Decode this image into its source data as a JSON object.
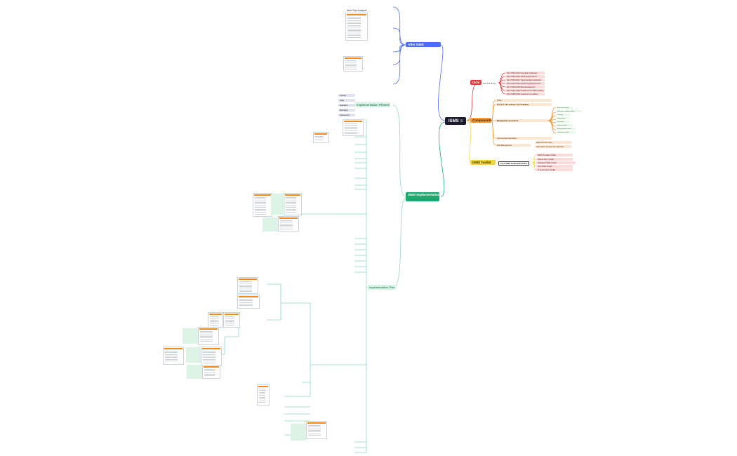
{
  "root": {
    "label": "ISMS",
    "icon": "menu-lines-icon"
  },
  "branches": {
    "after": {
      "label": "After ISMS"
    },
    "isos": {
      "label": "ISOs"
    },
    "components": {
      "label": "Components"
    },
    "toolkit": {
      "label": "ISMS Toolkit"
    },
    "implementation": {
      "label": "ISMS Implementation"
    }
  },
  "iso_family": {
    "label": "ISO 27k family",
    "items": [
      "ISO 27001:2013 Standard Vocabulary",
      "ISO 27002:2022 ISMS Requirements",
      "ISO 27003:2017 Implementation Guidance",
      "ISO 27004:2016 Monitoring Measurement",
      "ISO 27005:2018 Risk Management",
      "ISO 27007:2020 Guidelines for ISMS auditing",
      "ISO 27008:2019 Guidance for auditors"
    ]
  },
  "components": {
    "policy": "Policy",
    "process": "Process with defined responsibilities",
    "procedures": "Management procedures",
    "procedure_items": [
      "Risk assessment",
      "Statement of Applicability",
      "Training",
      "Supervision",
      "Operation",
      "Internal audit",
      "Management review",
      "Corrective action"
    ],
    "info": "Documented information",
    "risk": "Risk Management",
    "risk_items": [
      "Risk treatment plan",
      "Information security risk treatment"
    ]
  },
  "toolkit": {
    "label": "Top 5 ISMS Toolkit (ISO 27001)",
    "items": [
      "ISMS Template Toolkit",
      "Secure Docs Toolkit",
      "Standard 27001 Toolkit",
      "ISO 27001 Toolkit",
      "IT Governance Toolkit"
    ]
  },
  "phases": {
    "label": "Implementation Phases",
    "items": [
      "Contract",
      "Policy",
      "Evaluation",
      "Monitoring",
      "Improvement"
    ]
  },
  "plan_label": "Implementation Plan",
  "gap_title": "New Gap Analysis"
}
